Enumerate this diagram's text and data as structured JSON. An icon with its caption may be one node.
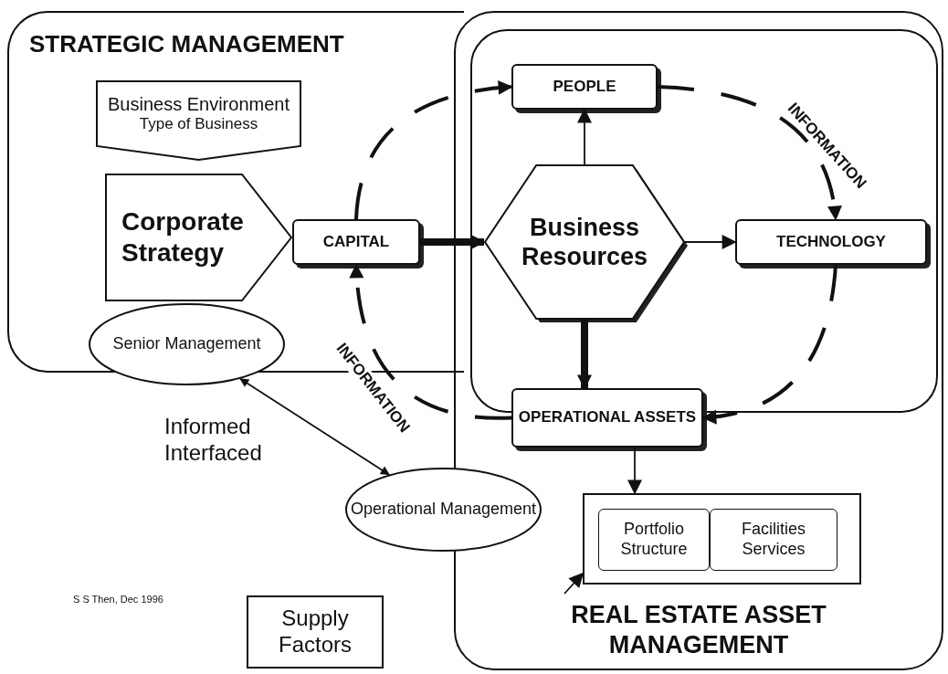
{
  "diagram": {
    "nodes": [
      {
        "text": [
          "STRATEGIC MANAGEMENT"
        ]
      },
      {
        "text": [
          "Business Environment",
          "Type of Business"
        ],
        "in": 0
      },
      {
        "text": [
          "Corporate Strategy"
        ],
        "in": 0
      },
      {
        "text": [
          "CAPITAL"
        ],
        "in": 0
      },
      {
        "text": [
          "REAL ESTATE ASSET MANAGEMENT"
        ]
      },
      {
        "text": [],
        "shape": "box",
        "in": 4
      },
      {
        "text": [
          "PEOPLE"
        ],
        "in": 5
      },
      {
        "text": [
          "Business Resources"
        ],
        "in": 5
      },
      {
        "text": [
          "TECHNOLOGY"
        ],
        "in": 5
      },
      {
        "text": [
          "OPERATIONAL ASSETS"
        ],
        "in": 4
      },
      {
        "text": [],
        "shape": "box",
        "in": 4
      },
      {
        "text": [
          "Portfolio Structure"
        ],
        "in": 10
      },
      {
        "text": [
          "Facilities Services"
        ],
        "in": 10
      },
      {
        "text": [
          "Senior Management"
        ]
      },
      {
        "text": [
          "Operational Management"
        ]
      },
      {
        "text": [
          "Supply Factors"
        ]
      }
    ],
    "edges": [
      {
        "from": 3,
        "to": 7,
        "arrow": "to",
        "style": "thick"
      },
      {
        "from": 7,
        "to": 6,
        "arrow": "to"
      },
      {
        "from": 7,
        "to": 8,
        "arrow": "to"
      },
      {
        "from": 7,
        "to": 9,
        "arrow": "to",
        "style": "thick"
      },
      {
        "from": 9,
        "to": 10,
        "arrow": "to"
      },
      {
        "from": 13,
        "to": 14,
        "arrow": "both",
        "label": "Informed Interfaced"
      },
      {
        "from": 3,
        "to": 6,
        "arrow": "to",
        "style": "dashed"
      },
      {
        "from": 6,
        "to": 8,
        "arrow": "to",
        "style": "dashed",
        "label": "INFORMATION"
      },
      {
        "from": 8,
        "to": 9,
        "arrow": "to",
        "style": "dashed"
      },
      {
        "from": 9,
        "to": 3,
        "arrow": "to",
        "style": "dashed",
        "label": "INFORMATION"
      },
      {
        "from": null,
        "to": 10,
        "arrow": "to"
      }
    ],
    "labels": [
      "S S Then, Dec 1996"
    ]
  }
}
